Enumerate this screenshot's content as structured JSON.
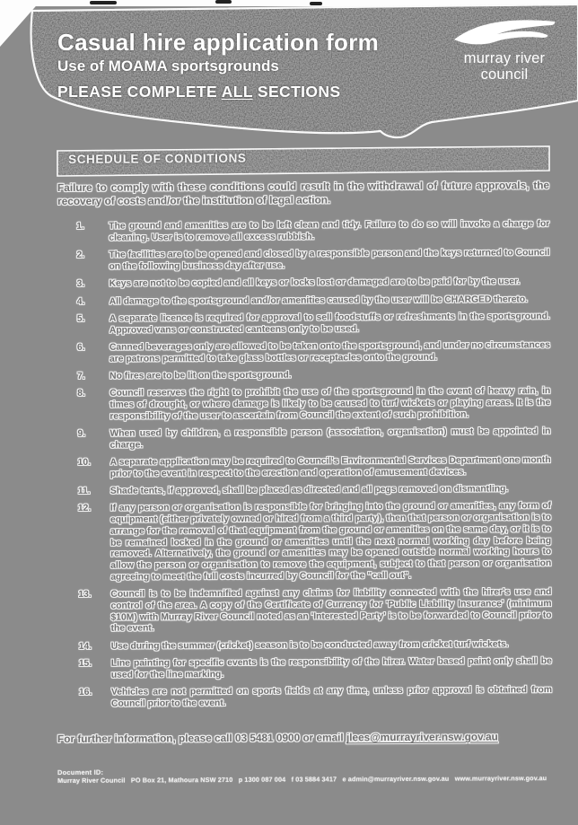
{
  "colors": {
    "page_bg": "#8b8b8b",
    "banner_fill": "#3d3d3d",
    "bar_fill": "#4a4a4a",
    "text_halo": "#f1f1f1",
    "banner_text": "#ffffff"
  },
  "header": {
    "title": "Casual hire application form",
    "subtitle": "Use of MOAMA sportsgrounds",
    "instruction_prefix": "PLEASE COMPLETE ",
    "instruction_underlined": "ALL",
    "instruction_suffix": " SECTIONS",
    "logo_line1": "murray river",
    "logo_line2": "council"
  },
  "schedule": {
    "heading": "SCHEDULE OF CONDITIONS",
    "intro": "Failure to comply with these conditions could result in the withdrawal of future approvals, the recovery of costs and/or the institution of legal action.",
    "conditions": [
      {
        "num": "1.",
        "text": "The ground and amenities are to be left clean and tidy. Failure to do so will invoke a charge for cleaning. User is to remove all excess rubbish."
      },
      {
        "num": "2.",
        "text": "The facilities are to be opened and closed by a responsible person and the keys returned to Council on the following business day after use."
      },
      {
        "num": "3.",
        "text": "Keys are not to be copied and all keys or locks lost or damaged are to be paid for by the user."
      },
      {
        "num": "4.",
        "text": "All damage to the sportsground and/or amenities caused by the user will be CHARGED thereto."
      },
      {
        "num": "5.",
        "text": "A separate licence is required for approval to sell foodstuffs or refreshments in the sportsground. Approved vans or constructed canteens only to be used."
      },
      {
        "num": "6.",
        "text": "Canned beverages only are allowed to be taken onto the sportsground, and under no circumstances are patrons permitted to take glass bottles or receptacles onto the ground."
      },
      {
        "num": "7.",
        "text": "No fires are to be lit on the sportsground."
      },
      {
        "num": "8.",
        "text": "Council reserves the right to prohibit the use of the sportsground in the event of heavy rain, in times of drought, or where damage is likely to be caused to turf wickets or playing areas. It is the responsibility of the user to ascertain from Council the extent of such prohibition."
      },
      {
        "num": "9.",
        "text": "When used by children, a responsible person (association, organisation) must be appointed in charge."
      },
      {
        "num": "10.",
        "text": "A separate application may be required to Council's Environmental Services Department one month prior to the event in respect to the erection and operation of amusement devices."
      },
      {
        "num": "11.",
        "text": "Shade tents, if approved, shall be placed as directed and all pegs removed on dismantling."
      },
      {
        "num": "12.",
        "text": "If any person or organisation is responsible for bringing into the ground or amenities, any form of equipment (either privately owned or hired from a third party), then that person or organisation is to arrange for the removal of that equipment from the ground or amenities on the same day, or it is to be remained locked in the ground or amenities until the next normal working day before being removed. Alternatively, the ground or amenities may be opened outside normal working hours to allow the person or organisation to remove the equipment, subject to that person or organisation agreeing to meet the full costs incurred by Council for the \"call out\"."
      },
      {
        "num": "13.",
        "text": "Council is to be indemnified against any claims for liability connected with the hirer's use and control of the area. A copy of the Certificate of Currency for 'Public Liability Insurance' (minimum $10M) with Murray River Council noted as an 'Interested Party' is to be forwarded to Council prior to the event."
      },
      {
        "num": "14.",
        "text": "Use during the summer (cricket) season is to be conducted away from cricket turf wickets."
      },
      {
        "num": "15.",
        "text": "Line painting for specific events is the responsibility of the hirer. Water based paint only shall be used for the line marking."
      },
      {
        "num": "16.",
        "text": "Vehicles are not permitted on sports fields at any time, unless prior approval is obtained from Council prior to the event."
      }
    ]
  },
  "contact": {
    "prefix": "For further information, please call 03 5481 0900 or email ",
    "email": "jlees@murrayriver.nsw.gov.au"
  },
  "footer": {
    "document_id_label": "Document ID:",
    "line": "Murray River Council   PO Box 21, Mathoura NSW 2710   p 1300 087 004   f 03 5884 3417   e admin@murrayriver.nsw.gov.au   www.murrayriver.nsw.gov.au"
  }
}
